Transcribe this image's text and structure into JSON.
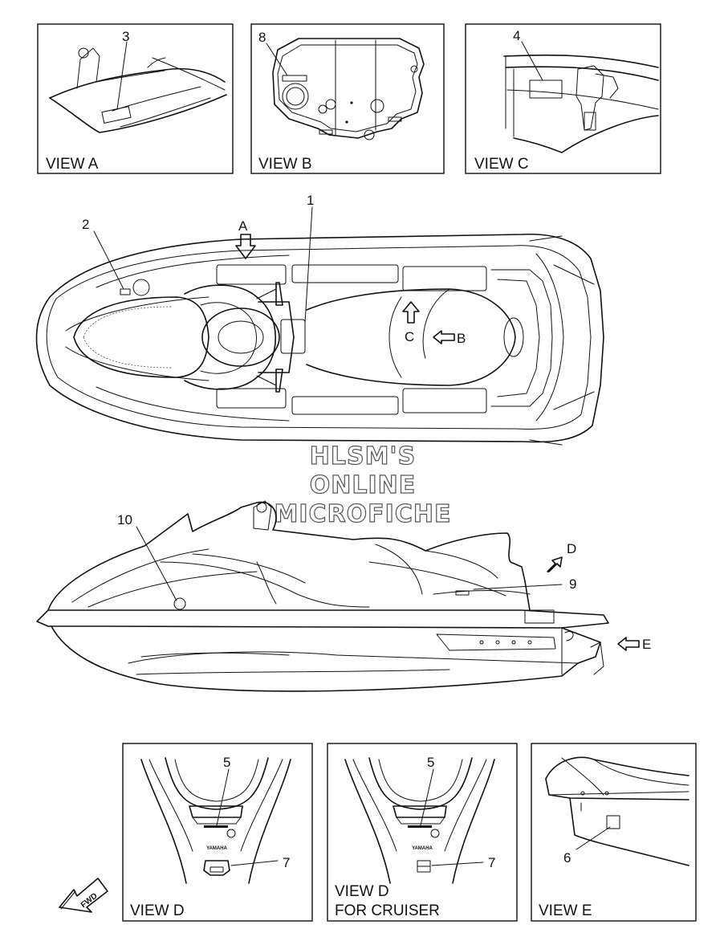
{
  "views": {
    "a": "VIEW A",
    "b": "VIEW B",
    "c": "VIEW C",
    "d": "VIEW D",
    "d_cruiser_line1": "VIEW D",
    "d_cruiser_line2": "FOR CRUISER",
    "e": "VIEW E"
  },
  "callouts": {
    "n1": "1",
    "n2": "2",
    "n3": "3",
    "n4": "4",
    "n5": "5",
    "n5b": "5",
    "n6": "6",
    "n7": "7",
    "n7b": "7",
    "n8": "8",
    "n9": "9",
    "n10": "10"
  },
  "arrows": {
    "a": "A",
    "b": "B",
    "c": "C",
    "d": "D",
    "e": "E"
  },
  "watermark": {
    "line1": "HLSM'S",
    "line2": "ONLINE",
    "line3": "MICROFICHE"
  },
  "brand": {
    "d": "YAMAHA",
    "d_cruiser": "YAMAHA"
  },
  "fwd": "FWD"
}
